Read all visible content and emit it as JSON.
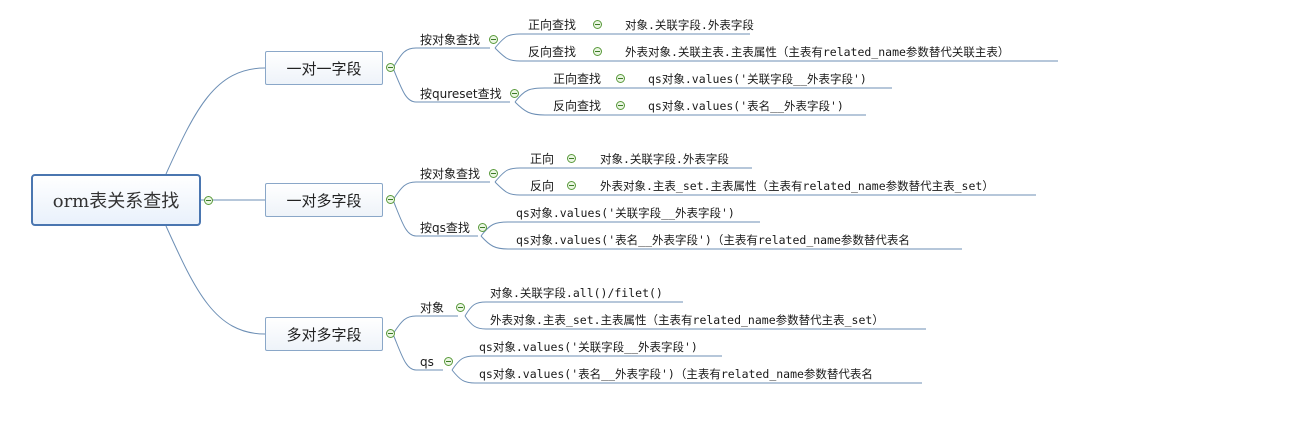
{
  "root": {
    "label": "orm表关系查找"
  },
  "branches": [
    {
      "label": "一对一字段",
      "groups": [
        {
          "label": "按对象查找",
          "items": [
            {
              "key": "正向查找",
              "value": "对象.关联字段.外表字段"
            },
            {
              "key": "反向查找",
              "value": "外表对象.关联主表.主表属性（主表有related_name参数替代关联主表）"
            }
          ]
        },
        {
          "label": "按qureset查找",
          "items": [
            {
              "key": "正向查找",
              "value": "qs对象.values('关联字段__外表字段')"
            },
            {
              "key": "反向查找",
              "value": "qs对象.values('表名__外表字段')"
            }
          ]
        }
      ]
    },
    {
      "label": "一对多字段",
      "groups": [
        {
          "label": "按对象查找",
          "items": [
            {
              "key": "正向",
              "value": "对象.关联字段.外表字段"
            },
            {
              "key": "反向",
              "value": "外表对象.主表_set.主表属性（主表有related_name参数替代主表_set）"
            }
          ]
        },
        {
          "label": "按qs查找",
          "items": [
            {
              "value": "qs对象.values('关联字段__外表字段')"
            },
            {
              "value": "qs对象.values('表名__外表字段')（主表有related_name参数替代表名"
            }
          ]
        }
      ]
    },
    {
      "label": "多对多字段",
      "groups": [
        {
          "label": "对象",
          "items": [
            {
              "value": "对象.关联字段.all()/filet()"
            },
            {
              "value": "外表对象.主表_set.主表属性（主表有related_name参数替代主表_set）"
            }
          ]
        },
        {
          "label": "qs",
          "items": [
            {
              "value": "qs对象.values('关联字段__外表字段')"
            },
            {
              "value": "qs对象.values('表名__外表字段')（主表有related_name参数替代表名"
            }
          ]
        }
      ]
    }
  ],
  "colors": {
    "line": "#6d8fb5",
    "root_border": "#4a76b0",
    "toggle": "#5a9a3c"
  }
}
